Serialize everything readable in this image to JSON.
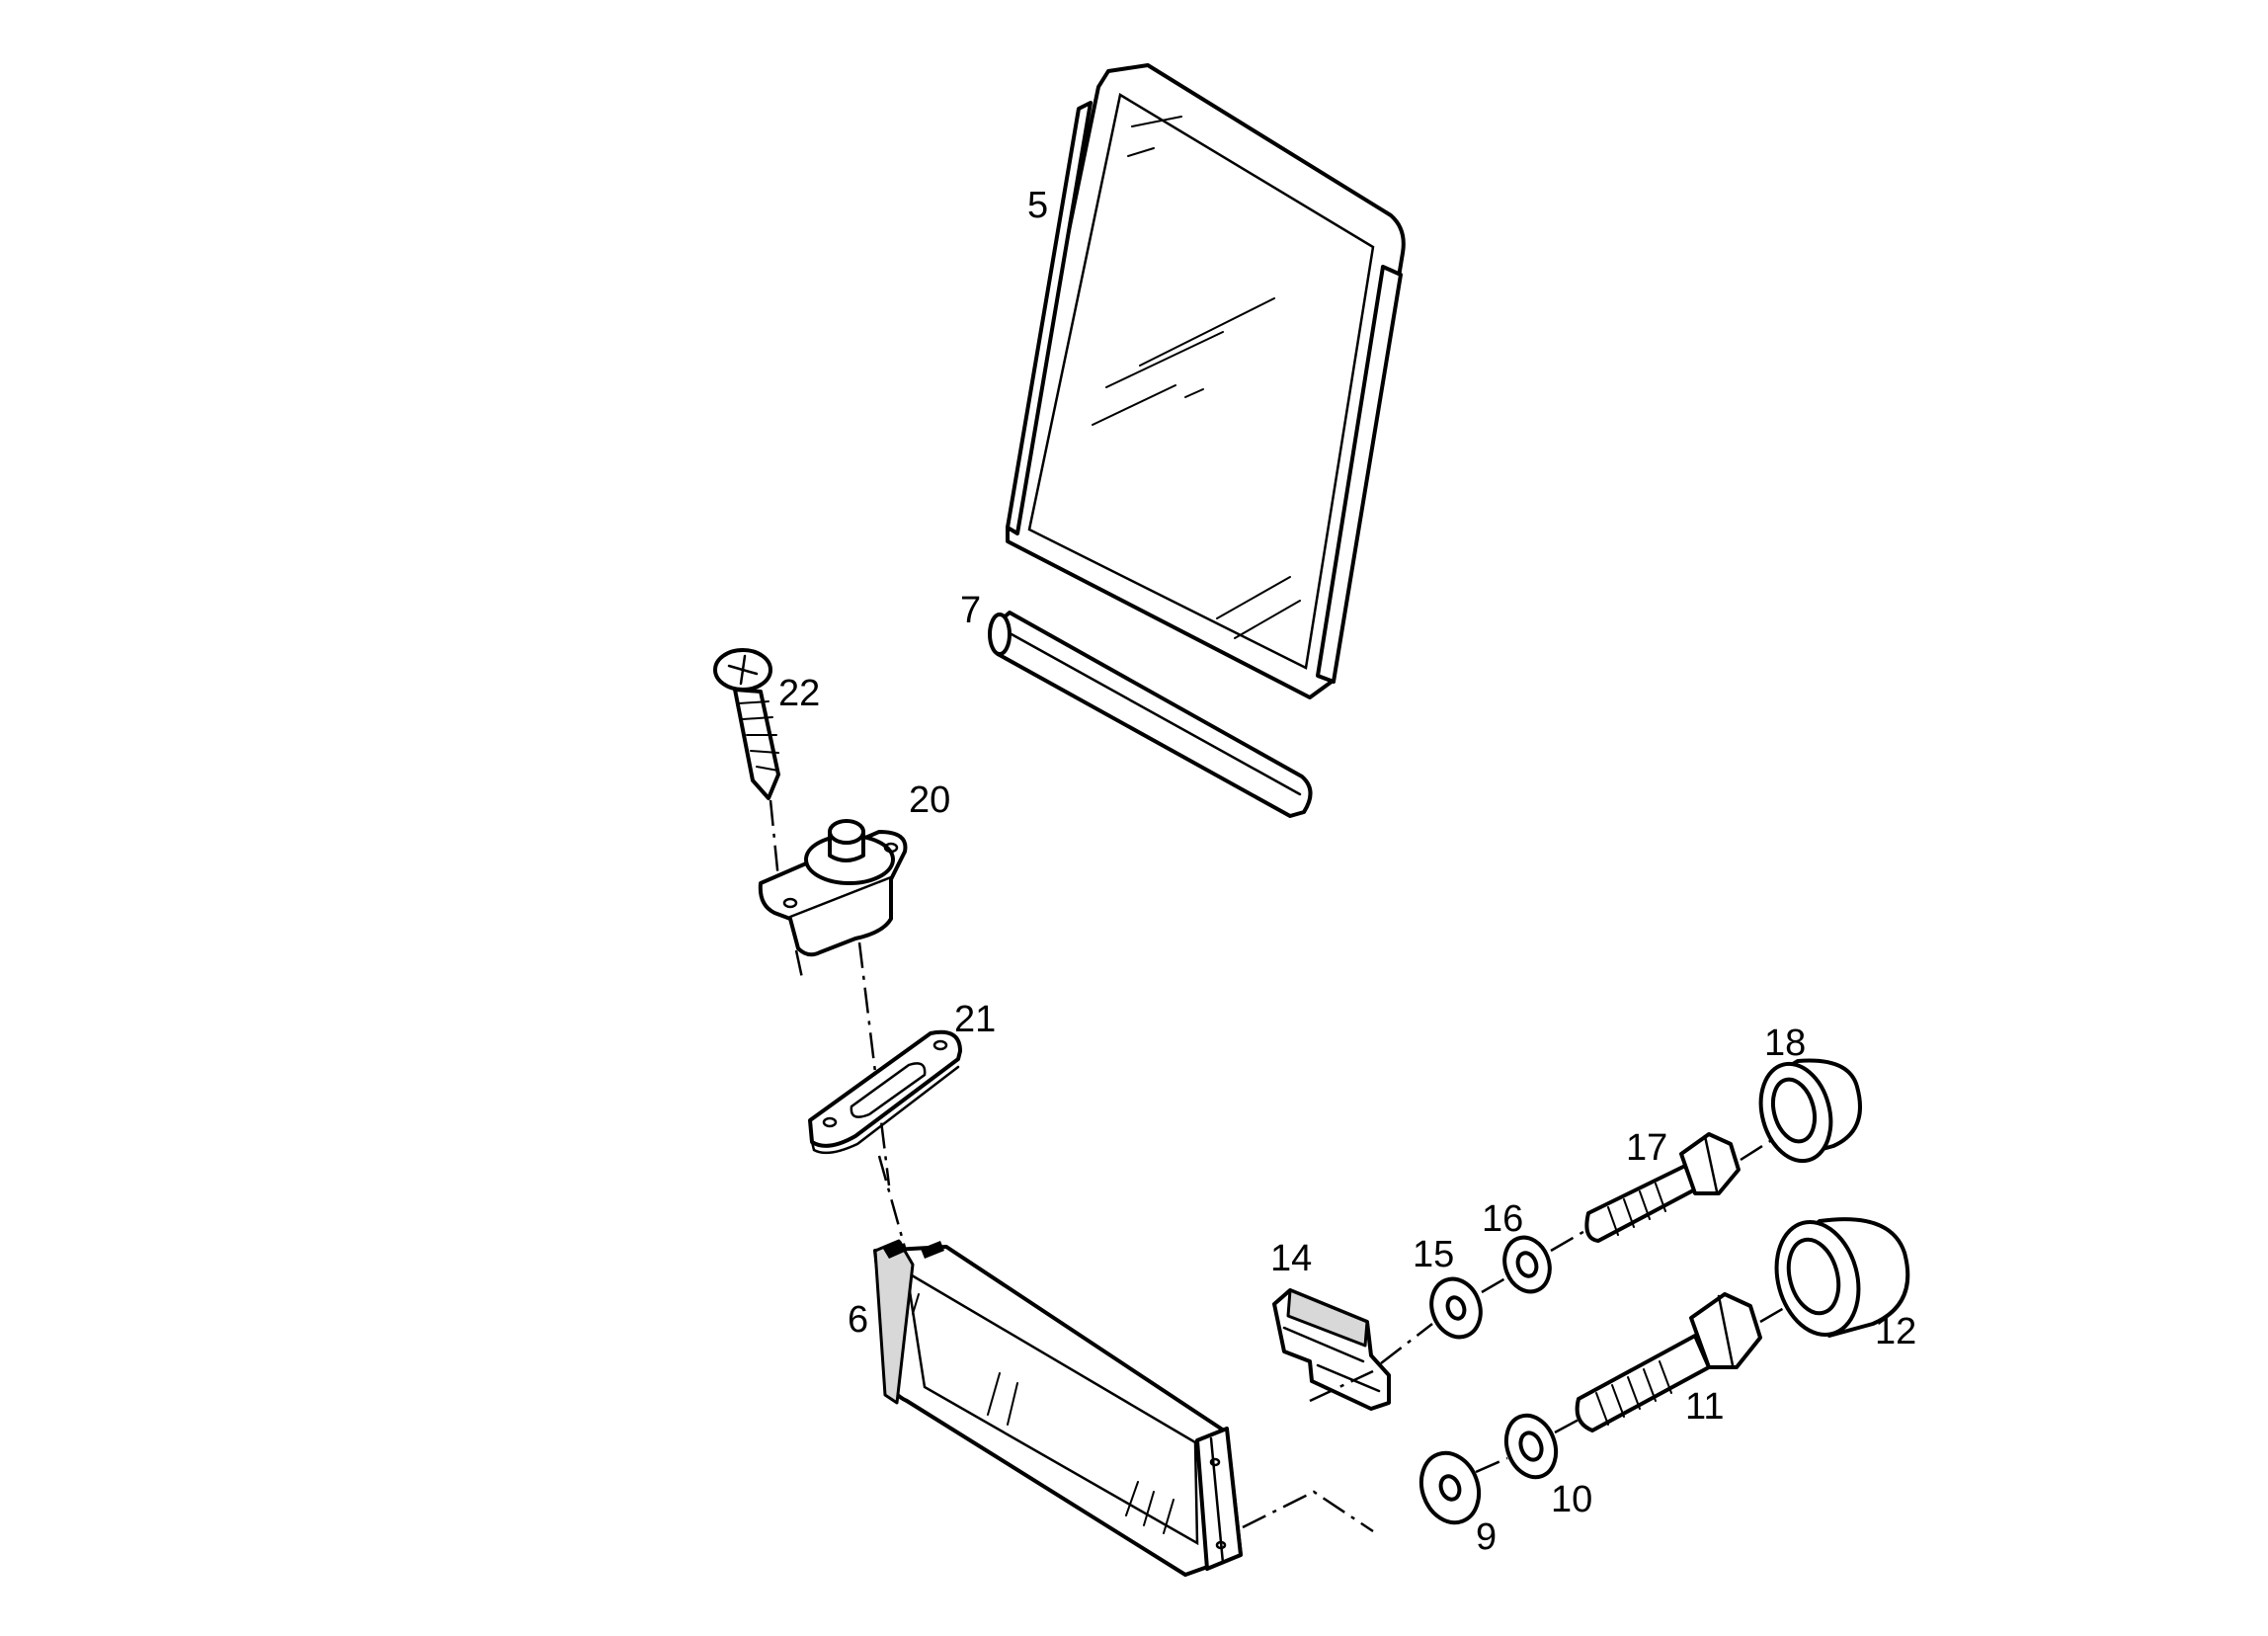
{
  "callouts": {
    "p5": "5",
    "p6": "6",
    "p7": "7",
    "p9": "9",
    "p10": "10",
    "p11": "11",
    "p12": "12",
    "p14": "14",
    "p15": "15",
    "p16": "16",
    "p17": "17",
    "p18": "18",
    "p20": "20",
    "p21": "21",
    "p22": "22"
  }
}
